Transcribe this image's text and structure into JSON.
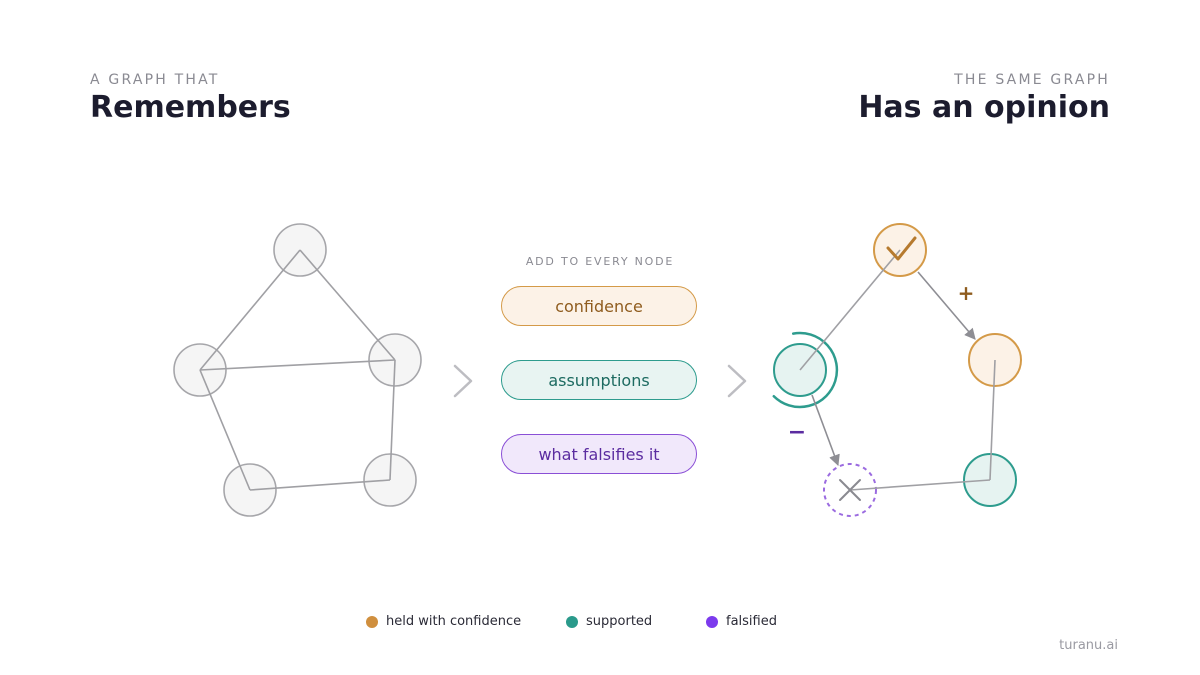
{
  "left": {
    "eyebrow": "A GRAPH THAT",
    "title": "Remembers"
  },
  "right": {
    "eyebrow": "THE SAME GRAPH",
    "title": "Has an opinion"
  },
  "middle": {
    "label": "ADD TO EVERY NODE",
    "pills": [
      "confidence",
      "assumptions",
      "what falsifies it"
    ]
  },
  "edge_signs": {
    "positive": "+",
    "negative": "−"
  },
  "legend": [
    {
      "label": "held with confidence",
      "color": "#d08f3e"
    },
    {
      "label": "supported",
      "color": "#2a9a8b"
    },
    {
      "label": "falsified",
      "color": "#7c3aed"
    }
  ],
  "colors": {
    "confidence": "#d49a48",
    "supported": "#2e9c8e",
    "falsified": "#9b6be0",
    "neutral": "#a0a0a4",
    "headline": "#1c1c2e"
  },
  "watermark": "turanu.ai"
}
